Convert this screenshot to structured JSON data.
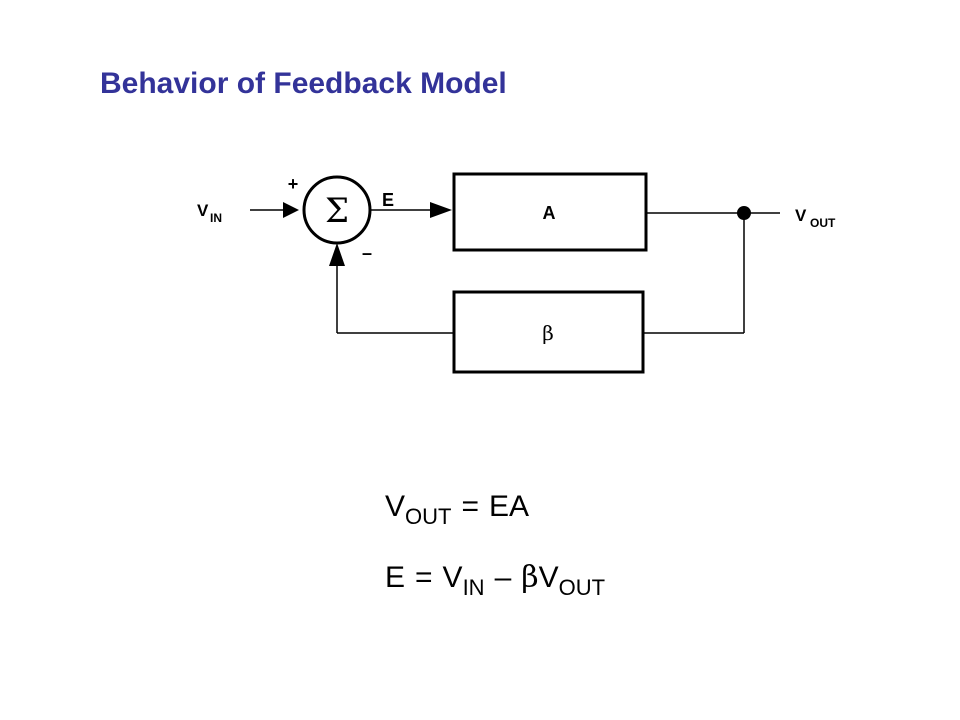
{
  "slide": {
    "title": "Behavior of Feedback Model"
  },
  "diagram": {
    "input": {
      "base": "V",
      "sub": "IN"
    },
    "output": {
      "base": "V",
      "sub": "OUT"
    },
    "plus": "+",
    "minus": "–",
    "summer_symbol": "Σ",
    "error": "E",
    "forward_block": "A",
    "feedback_block": "β"
  },
  "equations": {
    "eq1": {
      "lhs_base": "V",
      "lhs_sub": "OUT",
      "equals": "=",
      "rhs": "EA"
    },
    "eq2": {
      "lhs": "E",
      "equals": "=",
      "t1_base": "V",
      "t1_sub": "IN",
      "minus": "–",
      "t2_beta": "β",
      "t2_base": "V",
      "t2_sub": "OUT"
    }
  },
  "colors": {
    "title": "#333399",
    "lines": "#000000"
  }
}
